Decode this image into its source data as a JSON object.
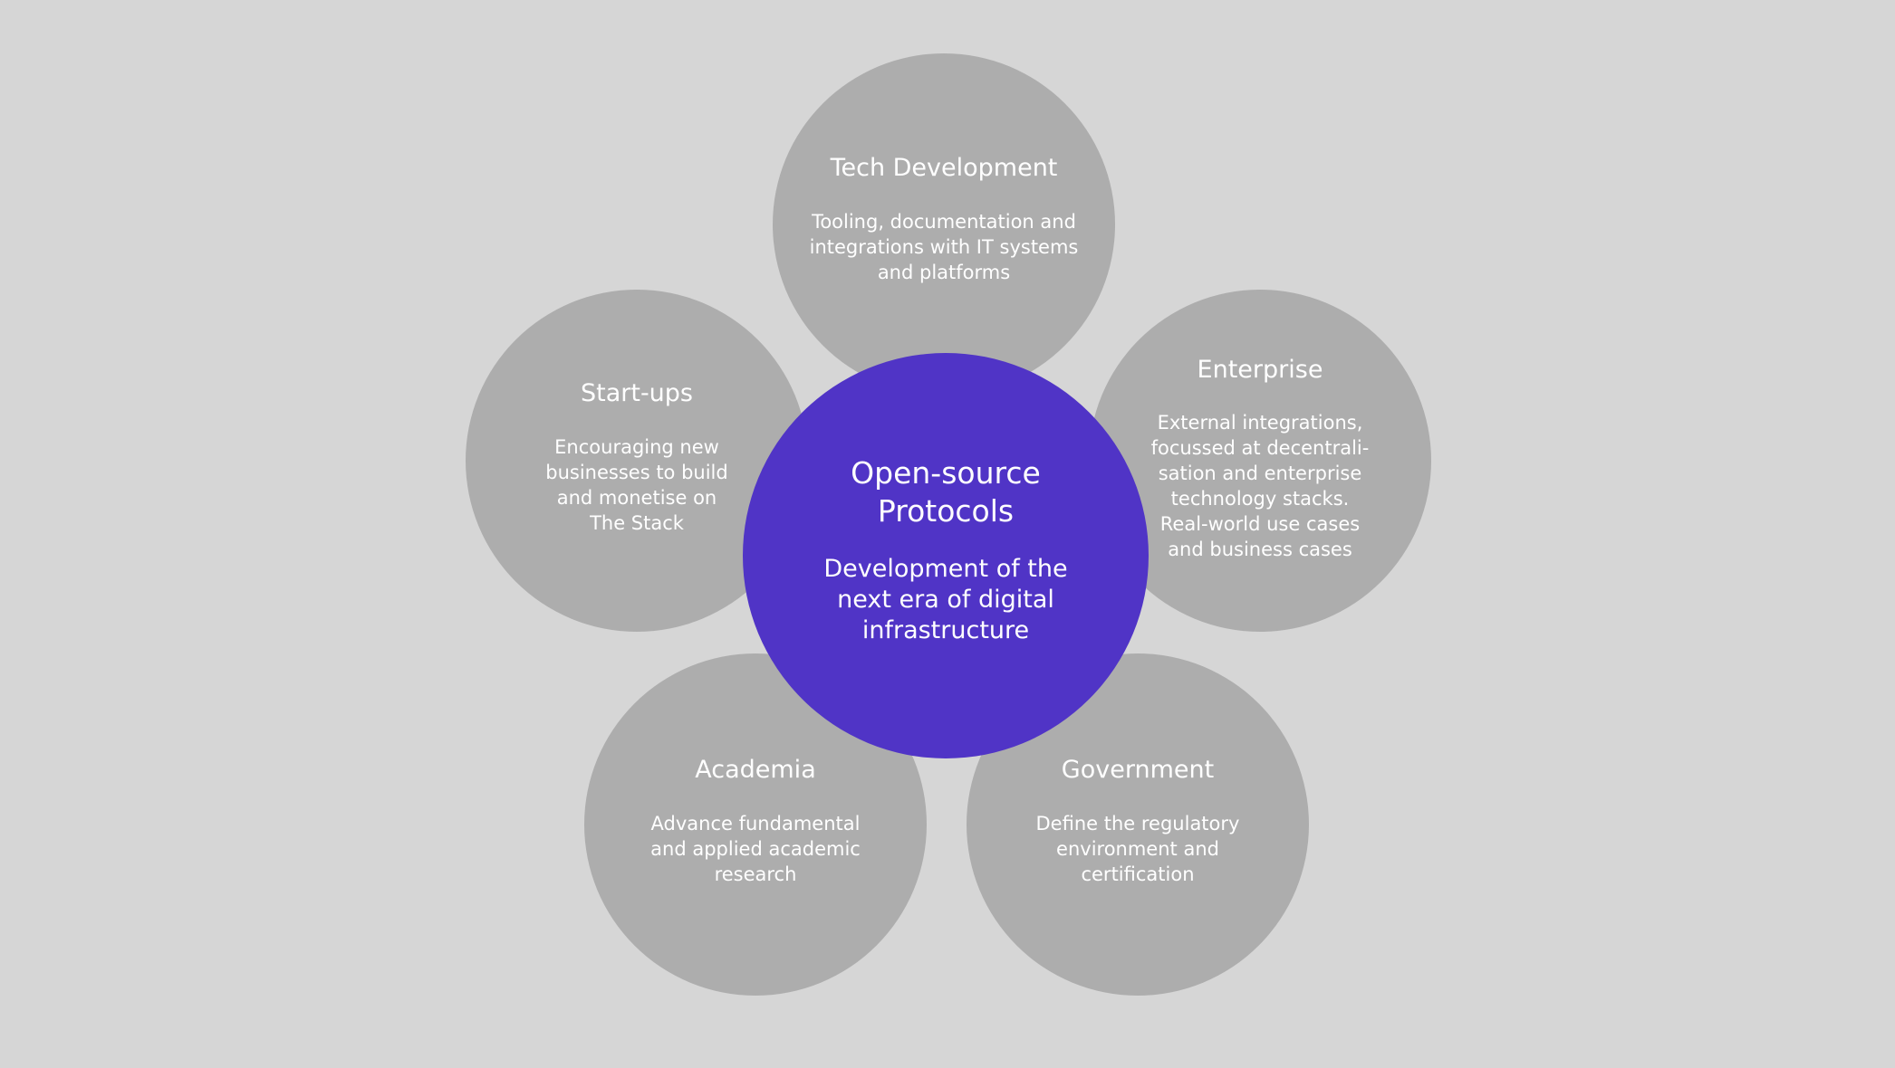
{
  "colors": {
    "background": "#d6d6d6",
    "satellite": "#adadad",
    "hub": "#5034c6",
    "text": "#ffffff"
  },
  "diagram": {
    "hub": {
      "title": "Open-source\nProtocols",
      "description": "Development of the\nnext era of digital\ninfrastructure"
    },
    "nodes": {
      "tech": {
        "title": "Tech Development",
        "description": "Tooling, documentation and\nintegrations with IT systems\nand platforms"
      },
      "startups": {
        "title": "Start-ups",
        "description": "Encouraging new\nbusinesses to build\nand monetise on\nThe Stack"
      },
      "enterprise": {
        "title": "Enterprise",
        "description": "External integrations,\nfocussed at decentrali-\nsation and enterprise\ntechnology stacks.\nReal-world use cases\nand business cases"
      },
      "academia": {
        "title": "Academia",
        "description": "Advance fundamental\nand applied academic\nresearch"
      },
      "government": {
        "title": "Government",
        "description": "Define the regulatory\nenvironment and\ncertification"
      }
    }
  }
}
